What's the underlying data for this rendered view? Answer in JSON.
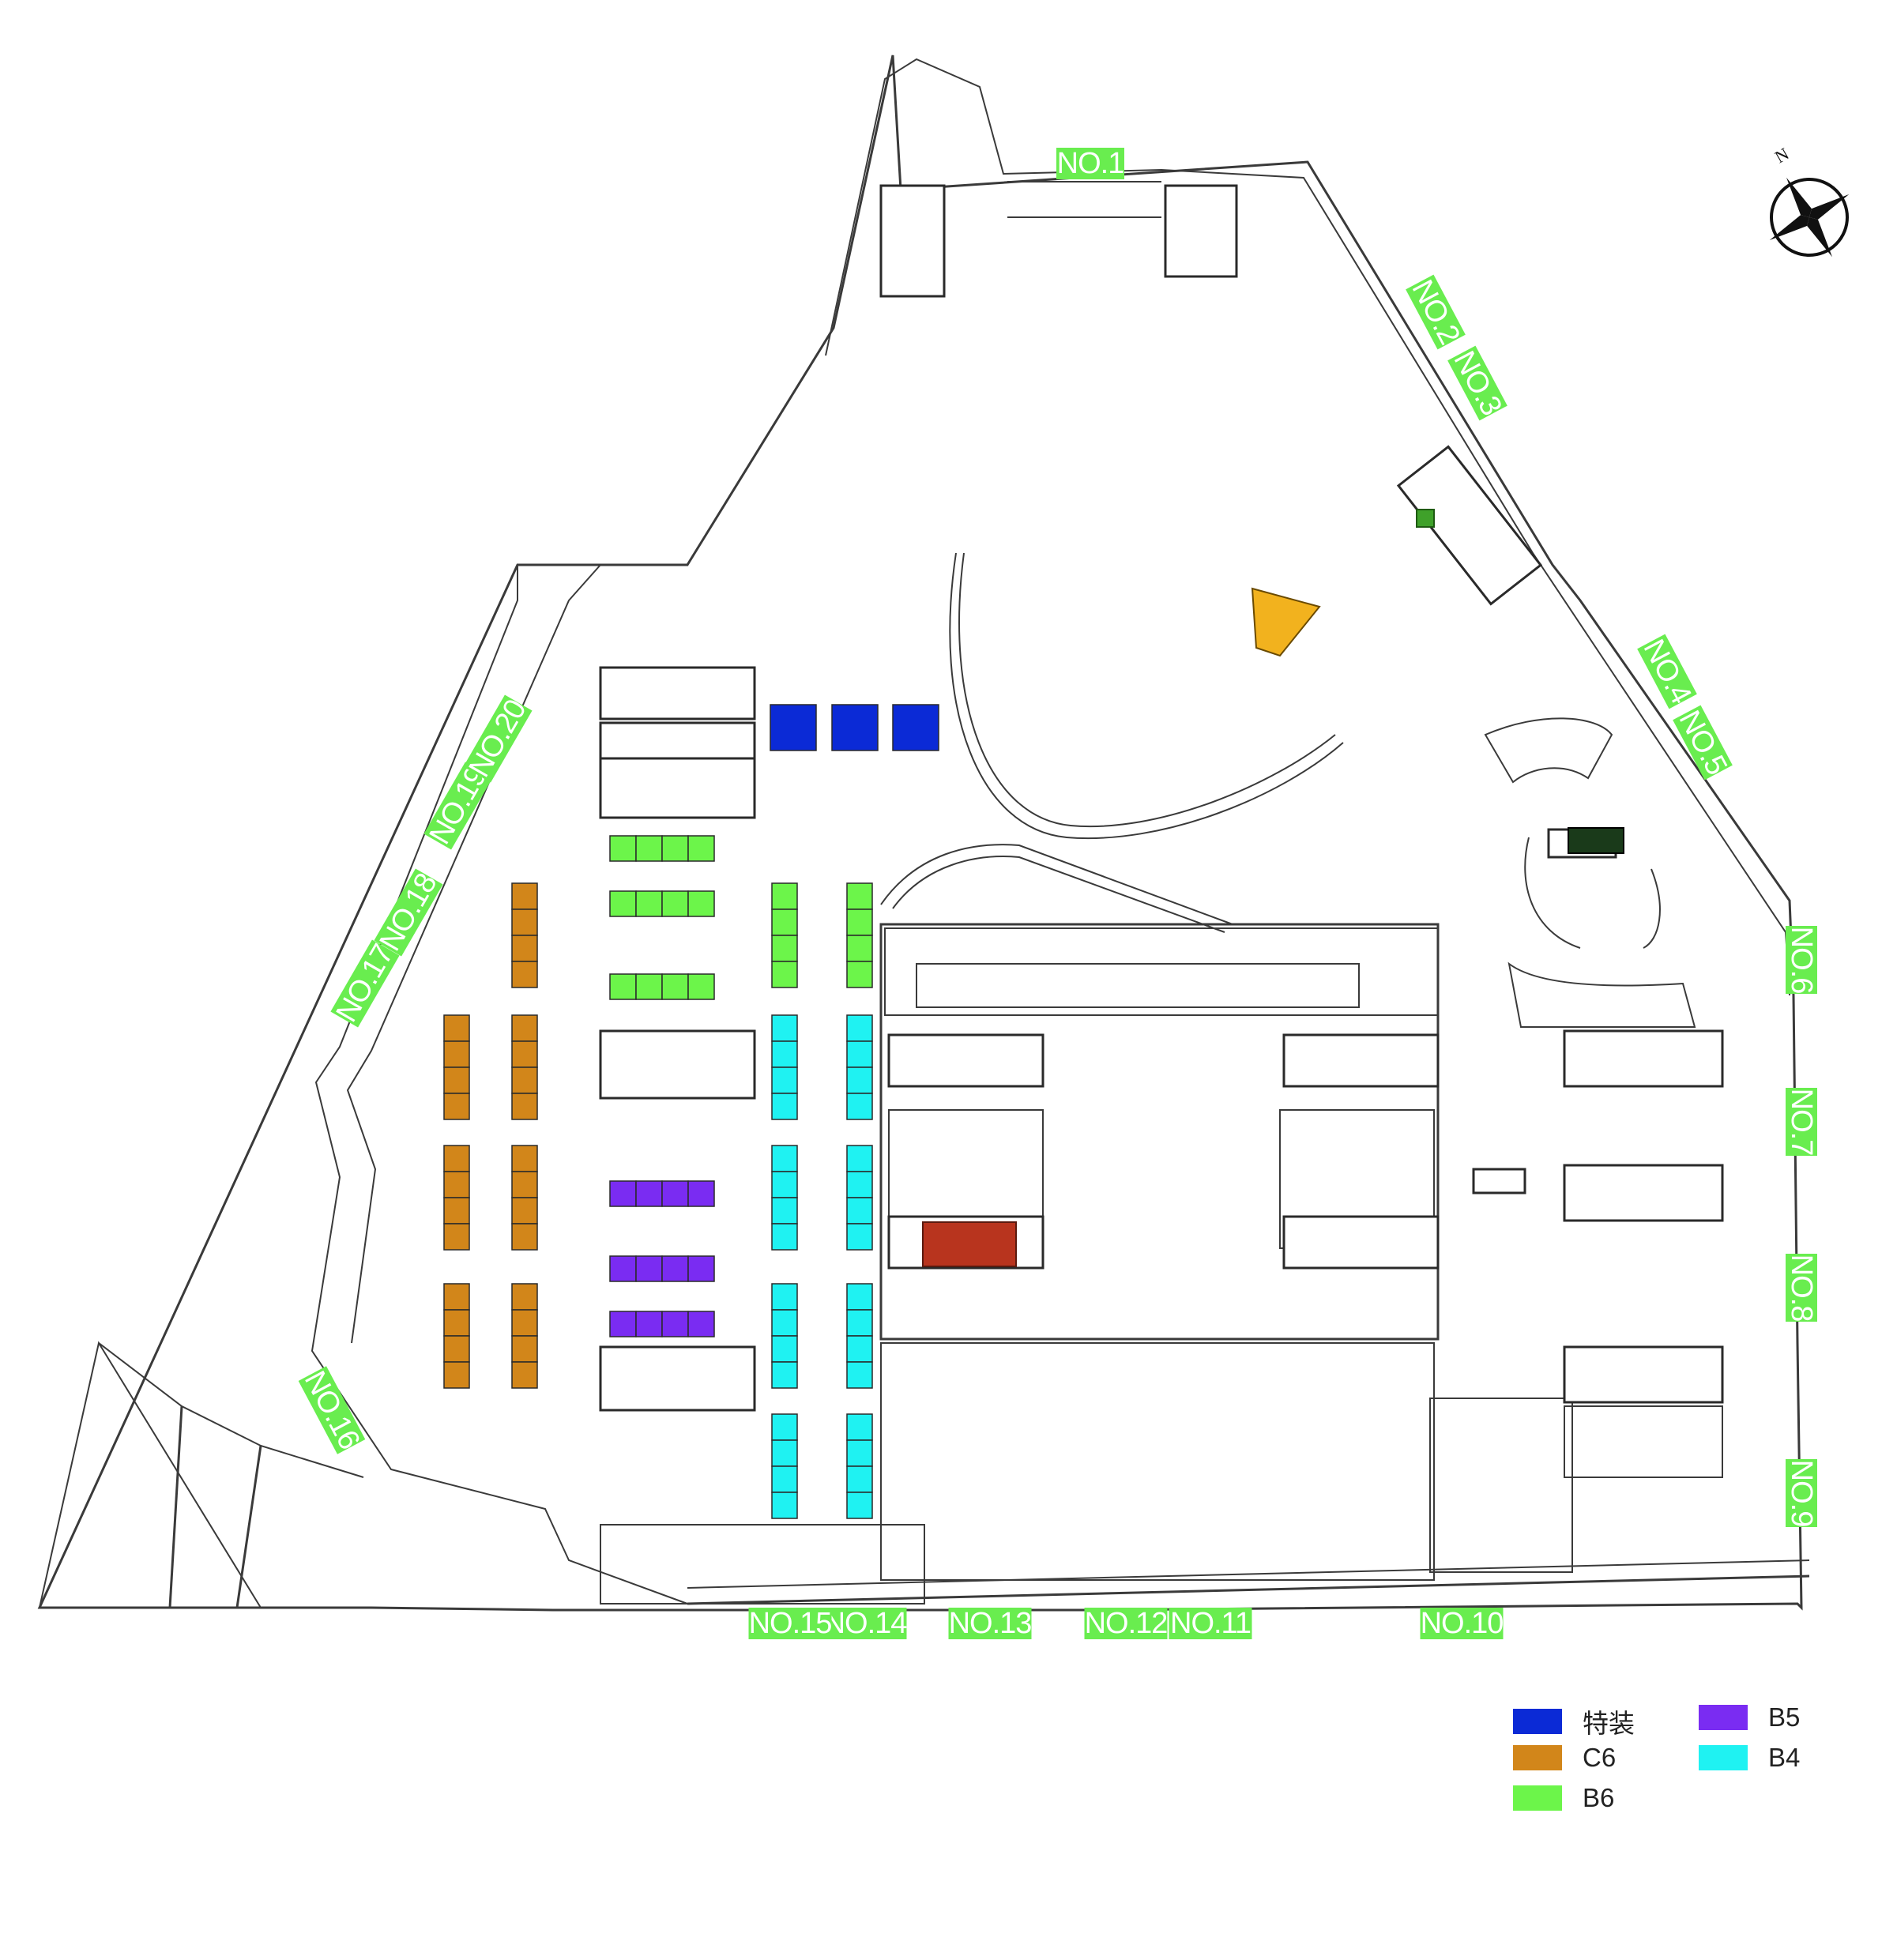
{
  "compass": {
    "north_label": "N"
  },
  "gates": [
    {
      "id": "no1",
      "label": "NO.1"
    },
    {
      "id": "no2",
      "label": "NO.2"
    },
    {
      "id": "no3",
      "label": "NO.3"
    },
    {
      "id": "no4",
      "label": "NO.4"
    },
    {
      "id": "no5",
      "label": "NO.5"
    },
    {
      "id": "no6",
      "label": "NO.6"
    },
    {
      "id": "no7",
      "label": "NO.7"
    },
    {
      "id": "no8",
      "label": "NO.8"
    },
    {
      "id": "no9",
      "label": "NO.9"
    },
    {
      "id": "no10",
      "label": "NO.10"
    },
    {
      "id": "no11",
      "label": "NO.11"
    },
    {
      "id": "no12",
      "label": "NO.12"
    },
    {
      "id": "no13",
      "label": "NO.13"
    },
    {
      "id": "no14",
      "label": "NO.14"
    },
    {
      "id": "no15",
      "label": "NO.15"
    },
    {
      "id": "no16",
      "label": "NO.16"
    },
    {
      "id": "no17",
      "label": "NO.17"
    },
    {
      "id": "no18",
      "label": "NO.18"
    },
    {
      "id": "no19",
      "label": "NO.19"
    },
    {
      "id": "no20",
      "label": "NO.20"
    }
  ],
  "gate_label_color": "#69ed4f",
  "legend": {
    "items": [
      {
        "id": "special",
        "label": "特装",
        "color": "#0b2ad6"
      },
      {
        "id": "c6",
        "label": "C6",
        "color": "#d2861a"
      },
      {
        "id": "b6",
        "label": "B6",
        "color": "#6cf54a"
      },
      {
        "id": "b5",
        "label": "B5",
        "color": "#7a2cf2"
      },
      {
        "id": "b4",
        "label": "B4",
        "color": "#1ff2f2"
      }
    ]
  },
  "feature_colors": {
    "outline": "#3a3a3a",
    "yellow_stair": "#f2b21e",
    "red_element": "#b8341e",
    "green_box": "#3fa12a"
  }
}
